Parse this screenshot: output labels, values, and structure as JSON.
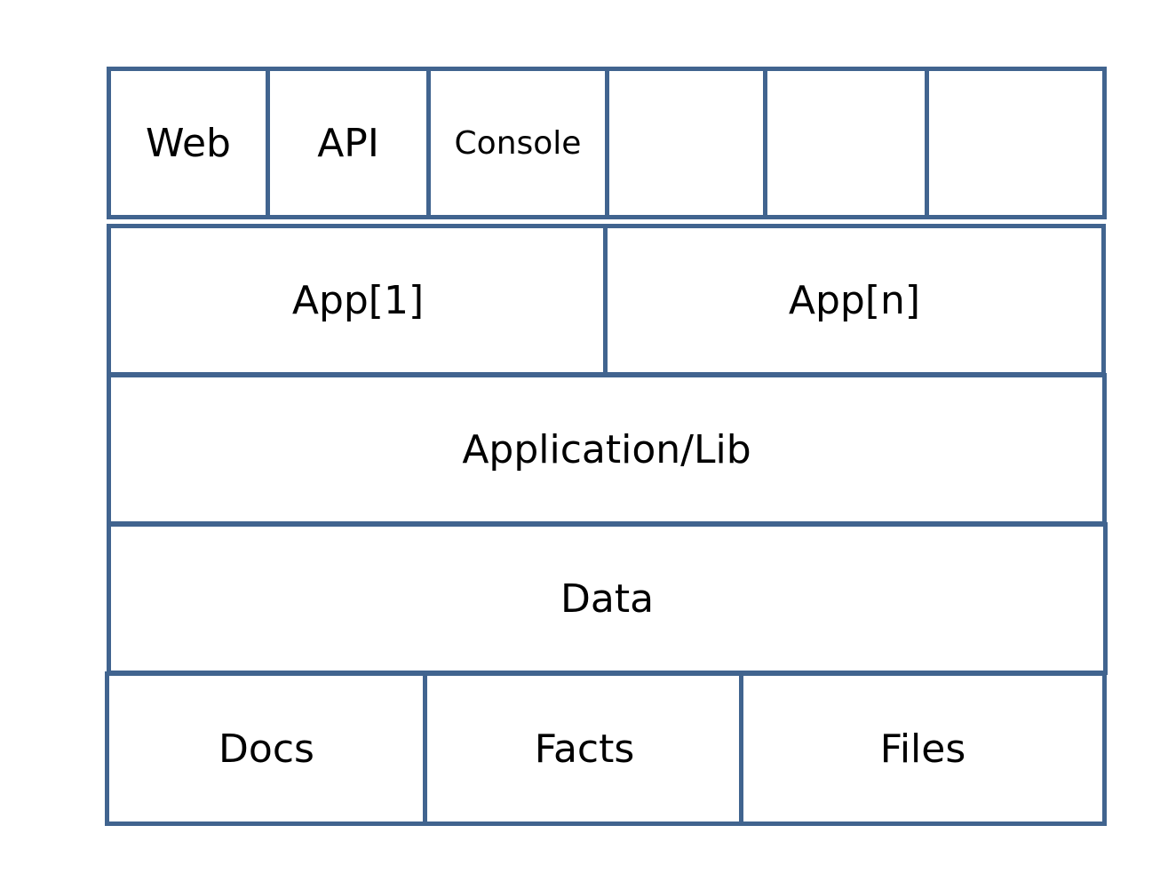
{
  "colors": {
    "border": "#41648f",
    "background": "#ffffff",
    "text": "#000000"
  },
  "diagram": {
    "row1": [
      "Web",
      "API",
      "Console",
      "",
      "",
      ""
    ],
    "row2": [
      "App[1]",
      "App[n]"
    ],
    "row3": "Application/Lib",
    "row4": "Data",
    "row5": [
      "Docs",
      "Facts",
      "Files"
    ]
  }
}
